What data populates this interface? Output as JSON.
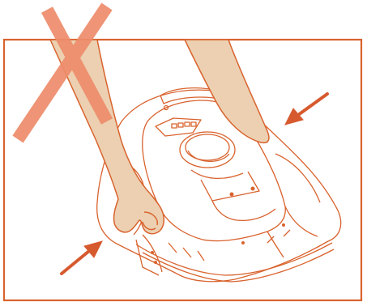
{
  "illustration": {
    "subject": "robotic-lawn-mower",
    "scene": "two-hands-lifting-mower",
    "icons": [
      "mower-body-icon",
      "left-hand-icon",
      "right-hand-icon",
      "prohibited-cross-icon",
      "push-arrow-icon"
    ],
    "colors": {
      "line": "#d9632e",
      "skin": "#ecd0b1",
      "cross": "#ee8c6b",
      "arrow": "#d65a2e",
      "background": "#ffffff"
    },
    "prohibited_grip": "top-left-forearm-crossed-out",
    "arrows": [
      "top-right",
      "bottom-left"
    ]
  }
}
